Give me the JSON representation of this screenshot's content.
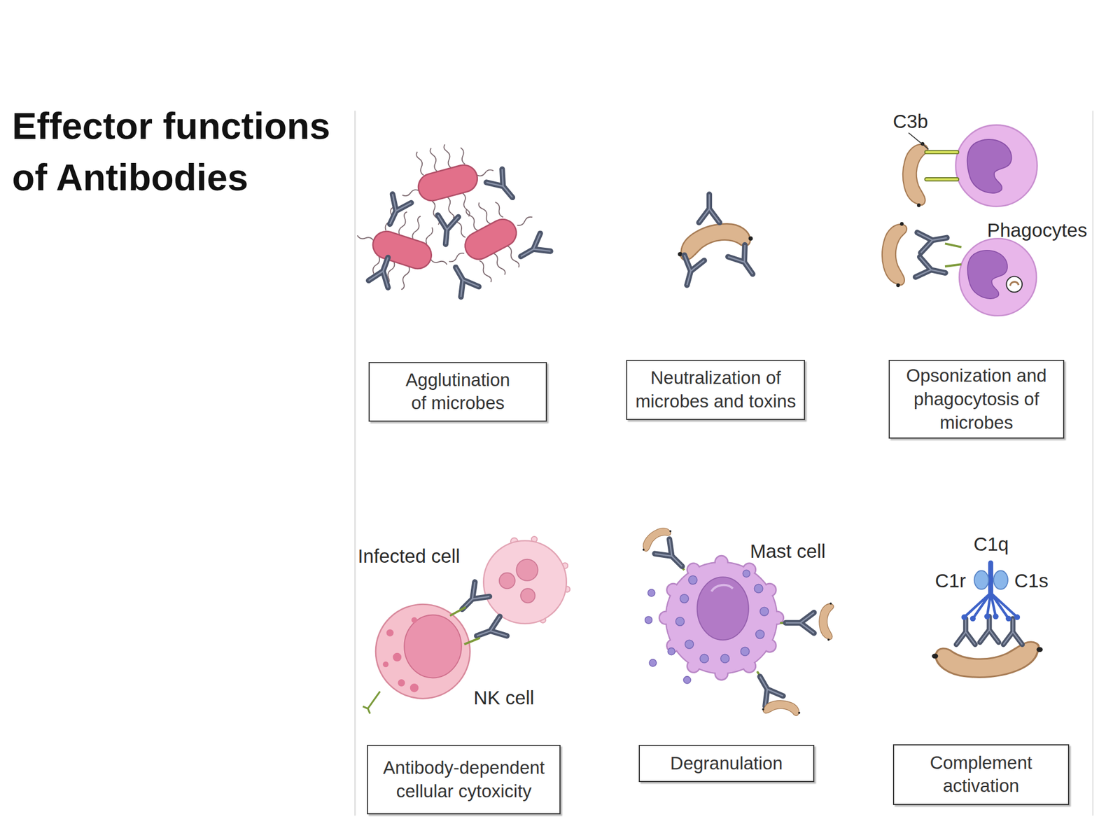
{
  "diagram": {
    "title": "Effector functions of Antibodies",
    "nodes": [
      {
        "text": [
          "Agglutination of microbes"
        ]
      },
      {
        "text": [
          "Neutralization of microbes and toxins"
        ]
      },
      {
        "text": [
          "Opsonization and phagocytosis of microbes"
        ]
      },
      {
        "text": [
          "Antibody-dependent cellular cytoxicity"
        ]
      },
      {
        "text": [
          "Degranulation"
        ]
      },
      {
        "text": [
          "Complement activation"
        ]
      }
    ],
    "labels": [
      "C3b",
      "Phagocytes",
      "Infected cell",
      "NK cell",
      "Mast cell",
      "C1q",
      "C1r",
      "C1s"
    ]
  }
}
